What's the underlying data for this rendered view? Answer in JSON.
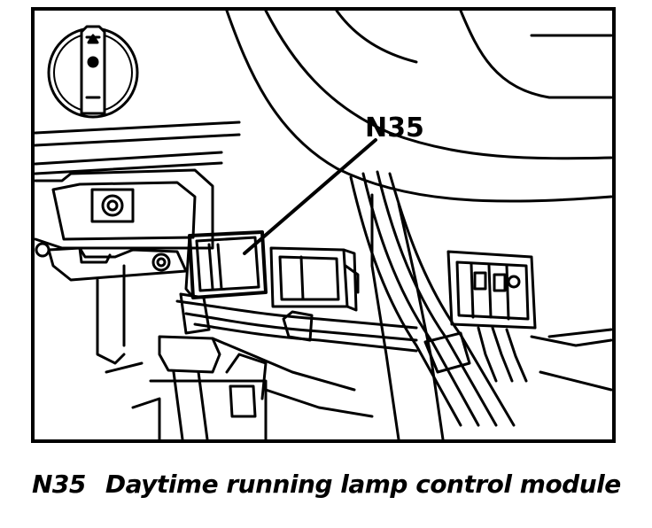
{
  "callout": {
    "label": "N35"
  },
  "caption": {
    "code": "N35",
    "text": "Daytime running lamp control module"
  },
  "colors": {
    "ink": "#000000",
    "paper": "#ffffff"
  }
}
